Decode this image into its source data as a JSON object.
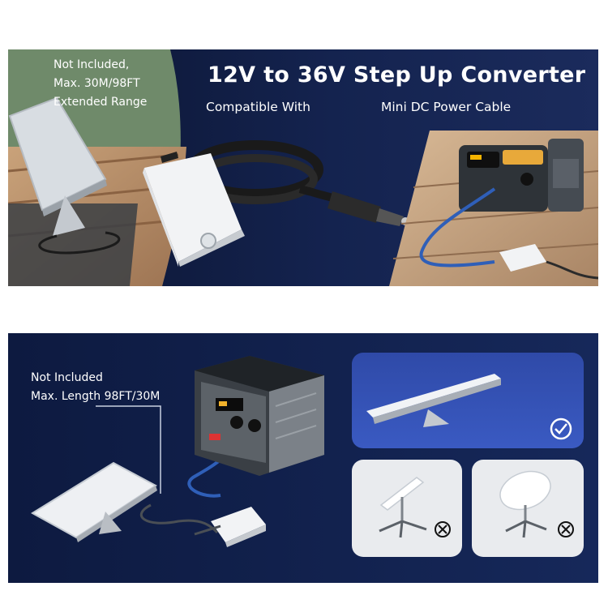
{
  "top_panel": {
    "title": "12V to 36V Step Up Converter",
    "compatible_label": "Compatible With",
    "cable_label": "Mini DC Power Cable",
    "note_lines": [
      "Not Included,",
      "Max. 30M/98FT",
      "Extended Range"
    ]
  },
  "bottom_panel": {
    "note_lines": [
      "Not Included",
      "Max. Length 98FT/30M"
    ],
    "options": [
      {
        "name": "flat dish",
        "status": "check-icon"
      },
      {
        "name": "standard dish on stand",
        "status": "cross-icon"
      },
      {
        "name": "round dish on stand",
        "status": "cross-icon"
      }
    ]
  },
  "colors": {
    "navy": "#14234f",
    "cable_blue": "#2f5fb8",
    "card_blue": "#3a55b8"
  }
}
